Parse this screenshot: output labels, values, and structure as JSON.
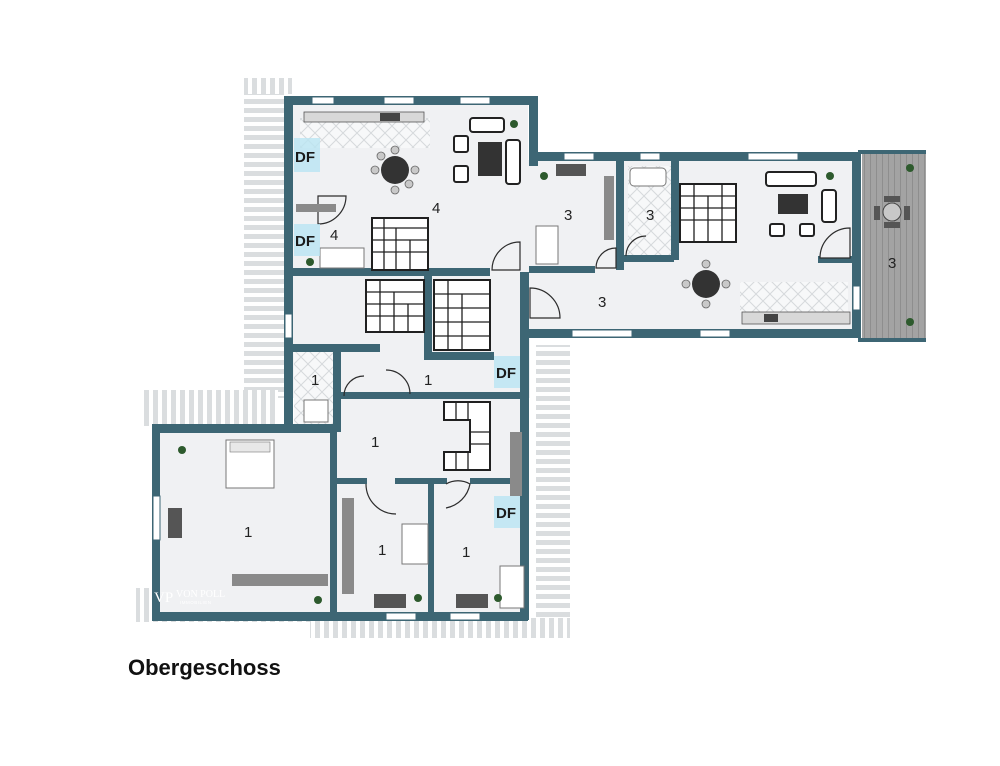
{
  "floor_label": "Obergeschoss",
  "colors": {
    "wall": "#3d6674",
    "floor": "#f0f1f3",
    "terrace": "#a3a3a3",
    "balcony_rail": "#dadddf",
    "skylight": "#b9e5f3",
    "stair": "#202020",
    "kitchen": "#d8d8d8"
  },
  "logo": {
    "monogram": "VP",
    "name": "VON POLL",
    "subtitle": "IMMOBILIEN"
  },
  "rooms": [
    {
      "id": "upper-left-living",
      "label": "4"
    },
    {
      "id": "small-room-left",
      "label": "4"
    },
    {
      "id": "right-bedroom",
      "label": "3"
    },
    {
      "id": "right-bath",
      "label": "3"
    },
    {
      "id": "right-living",
      "label": "3"
    },
    {
      "id": "terrace",
      "label": "3"
    },
    {
      "id": "bath-left",
      "label": "1"
    },
    {
      "id": "hall-upper",
      "label": "1"
    },
    {
      "id": "hall-center",
      "label": "1"
    },
    {
      "id": "master-bedroom",
      "label": "1"
    },
    {
      "id": "child-room-left",
      "label": "1"
    },
    {
      "id": "child-room-right",
      "label": "1"
    }
  ],
  "skylights": [
    {
      "id": "upper-left-top",
      "label": "DF"
    },
    {
      "id": "upper-left-bottom",
      "label": "DF"
    },
    {
      "id": "hall",
      "label": "DF"
    },
    {
      "id": "right-child-room",
      "label": "DF"
    }
  ]
}
